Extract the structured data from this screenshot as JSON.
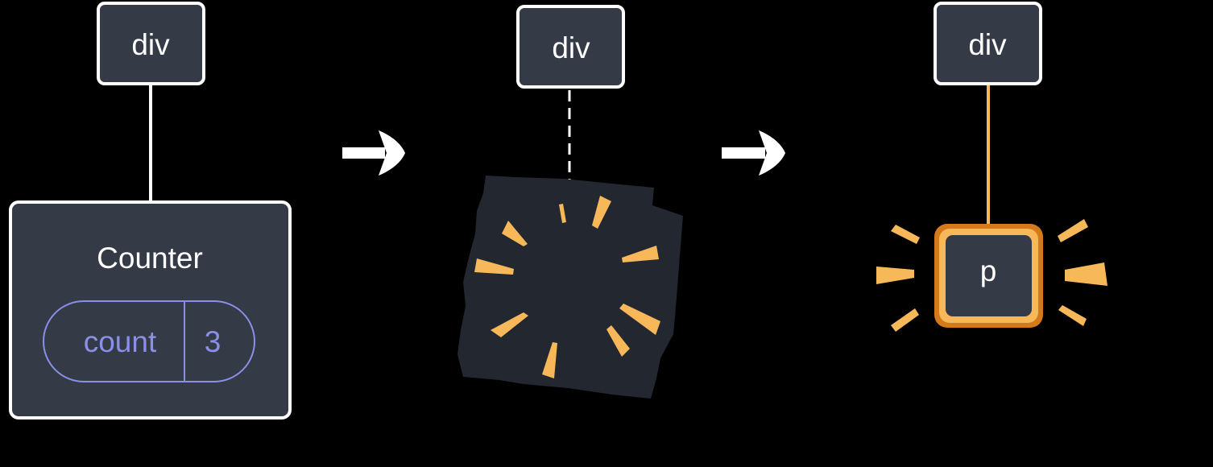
{
  "colors": {
    "background": "#000000",
    "node_fill": "#343a46",
    "node_stroke": "#ffffff",
    "text": "#ffffff",
    "state_accent": "#8a8fe8",
    "highlight": "#f7b85a",
    "highlight_dark": "#d57a1a",
    "broken_fill": "#23272f",
    "connector": "#ffffff"
  },
  "stages": [
    {
      "parent_label": "div",
      "child_label": "Counter",
      "state": {
        "name": "count",
        "value": "3"
      }
    },
    {
      "parent_label": "div",
      "child": "destroyed-component"
    },
    {
      "parent_label": "div",
      "child_label": "p",
      "child": "new-highlighted-node"
    }
  ],
  "icons": [
    "arrow-right-icon",
    "explosion-icon",
    "sparkle-icon"
  ]
}
